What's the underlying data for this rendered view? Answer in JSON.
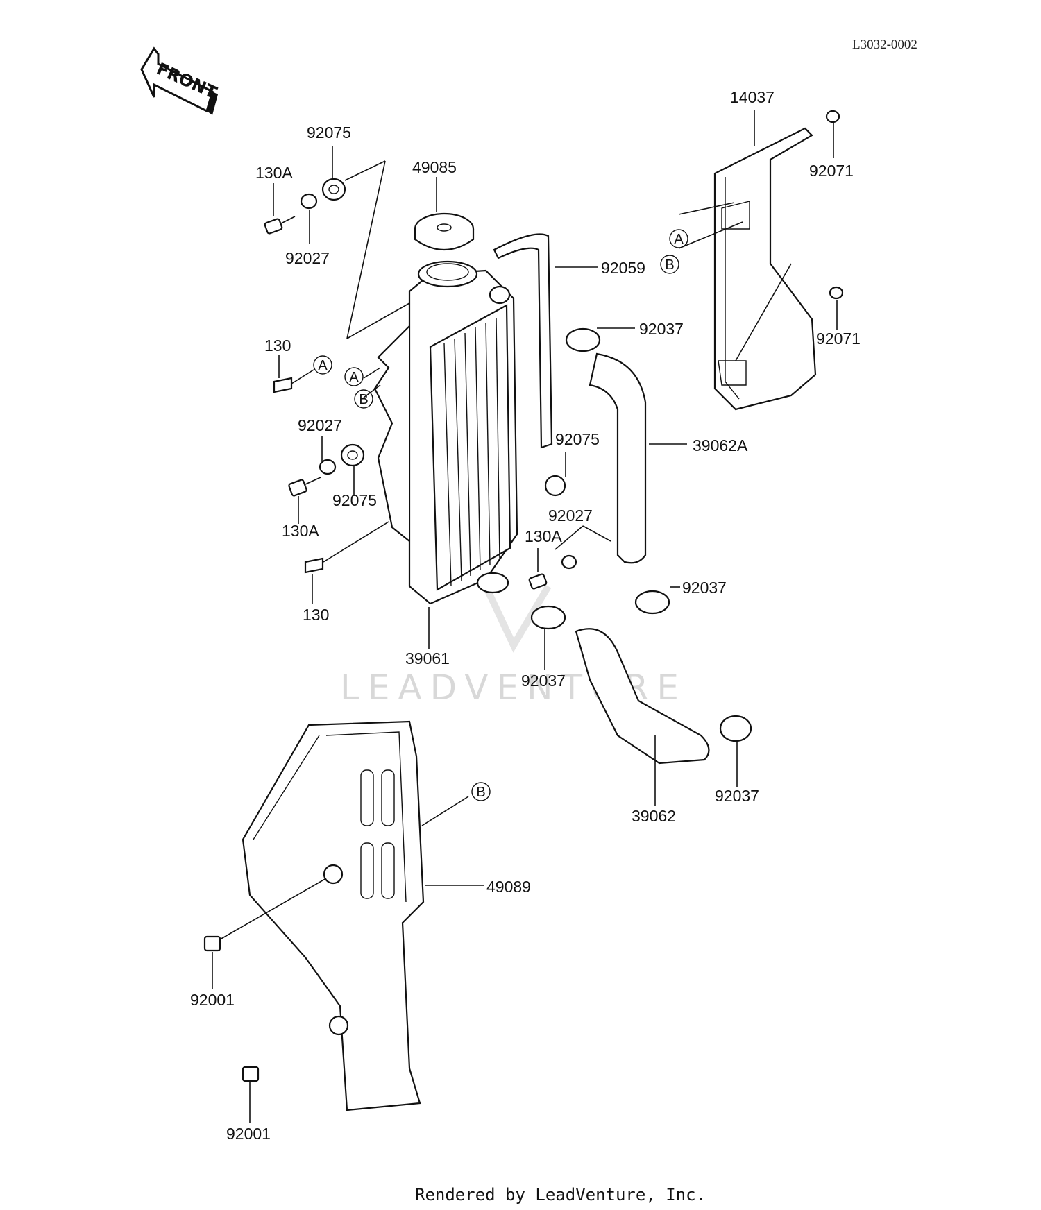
{
  "diagram": {
    "code": "L3032-0002",
    "front_label": "FRONT",
    "watermark": "LEADVENTURE",
    "footer": "Rendered by LeadVenture, Inc.",
    "ref_a": "A",
    "ref_b": "B",
    "labels": {
      "p14037": "14037",
      "p92071_top": "92071",
      "p92071_mid": "92071",
      "p92075_top": "92075",
      "p130A_top": "130A",
      "p92027_top": "92027",
      "p49085": "49085",
      "p92059": "92059",
      "p92037_top": "92037",
      "p130_top": "130",
      "p92027_mid": "92027",
      "p130A_mid": "130A",
      "p92075_mid": "92075",
      "p92075_right": "92075",
      "p39062A": "39062A",
      "p92027_right": "92027",
      "p130A_right": "130A",
      "p92037_mid": "92037",
      "p130_bot": "130",
      "p39061": "39061",
      "p92037_low": "92037",
      "p92037_bot": "92037",
      "p39062": "39062",
      "p49089": "49089",
      "p92001_top": "92001",
      "p92001_bot": "92001"
    }
  }
}
